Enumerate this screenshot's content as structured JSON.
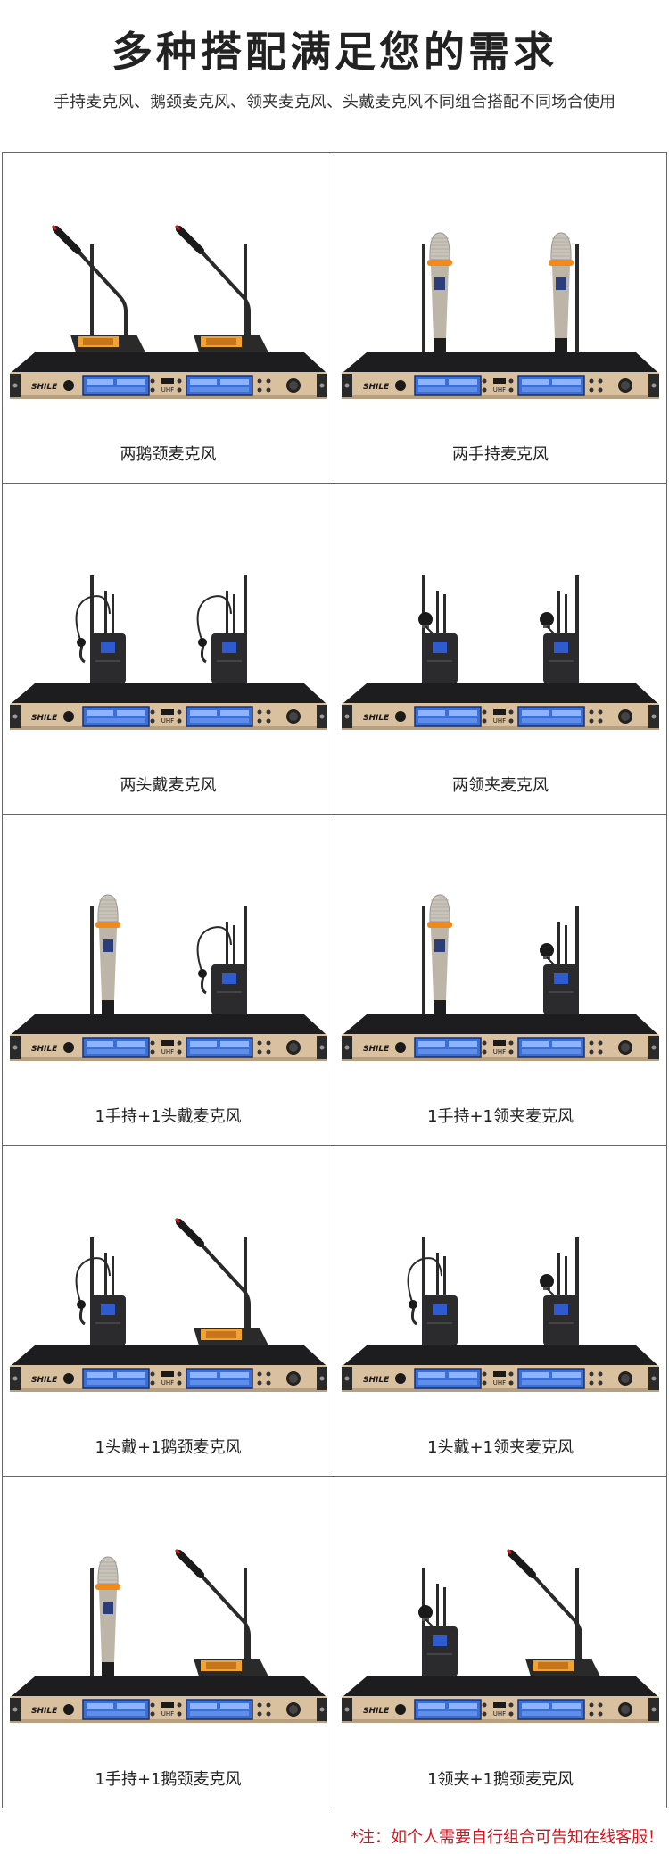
{
  "header": {
    "title": "多种搭配满足您的需求",
    "subtitle": "手持麦克风、鹅颈麦克风、领夹麦克风、头戴麦克风不同组合搭配不同场合使用"
  },
  "receiver": {
    "brand": "SHILE",
    "band": "UHF"
  },
  "combinations": [
    {
      "label": "两鹅颈麦克风",
      "left": "gooseneck",
      "right": "gooseneck"
    },
    {
      "label": "两手持麦克风",
      "left": "handheld",
      "right": "handheld"
    },
    {
      "label": "两头戴麦克风",
      "left": "headset",
      "right": "headset"
    },
    {
      "label": "两领夹麦克风",
      "left": "lavalier",
      "right": "lavalier"
    },
    {
      "label": "1手持+1头戴麦克风",
      "left": "handheld",
      "right": "headset"
    },
    {
      "label": "1手持+1领夹麦克风",
      "left": "handheld",
      "right": "lavalier"
    },
    {
      "label": "1头戴+1鹅颈麦克风",
      "left": "headset",
      "right": "gooseneck"
    },
    {
      "label": "1头戴+1领夹麦克风",
      "left": "headset",
      "right": "lavalier"
    },
    {
      "label": "1手持+1鹅颈麦克风",
      "left": "handheld",
      "right": "gooseneck"
    },
    {
      "label": "1领夹+1鹅颈麦克风",
      "left": "lavalier",
      "right": "gooseneck"
    }
  ],
  "footer": {
    "note": "*注：如个人需要自行组合可告知在线客服！"
  },
  "colors": {
    "caption": "#222222",
    "note": "#d4141c",
    "grid_line": "#666666",
    "lcd": "#3c6fd6",
    "gold": "#d9c1a0"
  }
}
